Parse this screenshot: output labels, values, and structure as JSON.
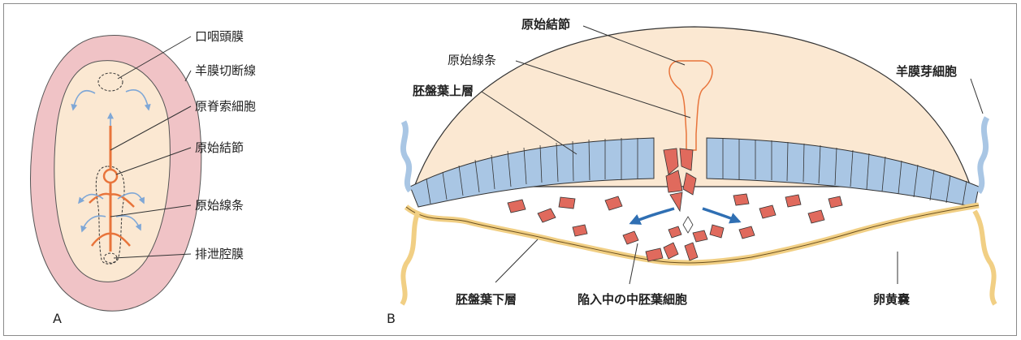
{
  "panel_a": {
    "letter": "A",
    "labels": {
      "oropharyngeal_membrane": "口咽頭膜",
      "amnion_cut_line": "羊膜切断線",
      "notochordal_cells": "原脊索細胞",
      "primitive_node": "原始結節",
      "primitive_streak": "原始線条",
      "cloacal_membrane": "排泄腔膜"
    }
  },
  "panel_b": {
    "letter": "B",
    "labels": {
      "primitive_node": "原始結節",
      "primitive_streak": "原始線条",
      "epiblast": "胚盤葉上層",
      "amnioblasts": "羊膜芽細胞",
      "hypoblast": "胚盤葉下層",
      "invaginating_mesoderm": "陥入中の中胚葉細胞",
      "yolk_sac": "卵黄嚢"
    }
  },
  "colors": {
    "amnion_pink": "#f0c3c6",
    "disc_cream": "#fbe8d2",
    "epiblast_blue": "#a9c6e4",
    "mesoderm_red": "#e06a5d",
    "hypoblast_yellow": "#f1cf84",
    "streak_orange": "#e8743b",
    "arrow_blue": "#2f6fb3"
  }
}
